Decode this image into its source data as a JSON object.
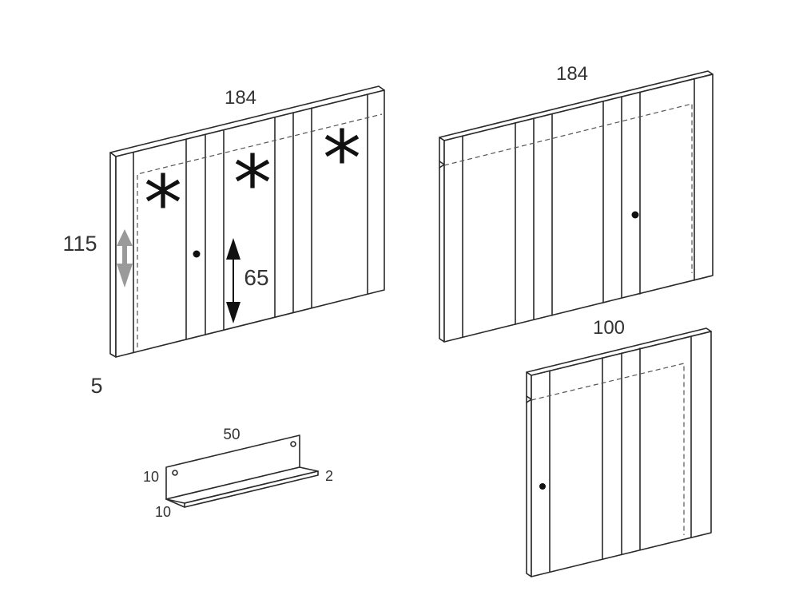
{
  "panel_a": {
    "width_label": "184",
    "height_label": "115",
    "depth_label": "5",
    "adjust_label": "65",
    "marks": [
      "*",
      "*",
      "*"
    ]
  },
  "panel_b": {
    "width_label": "184"
  },
  "panel_c": {
    "width_label": "100"
  },
  "shelf": {
    "length_label": "50",
    "height_label": "10",
    "depth_label": "10",
    "lip_label": "2"
  },
  "colors": {
    "line": "#2a2a2a",
    "adjust_arrow": "#9a9a9a"
  }
}
